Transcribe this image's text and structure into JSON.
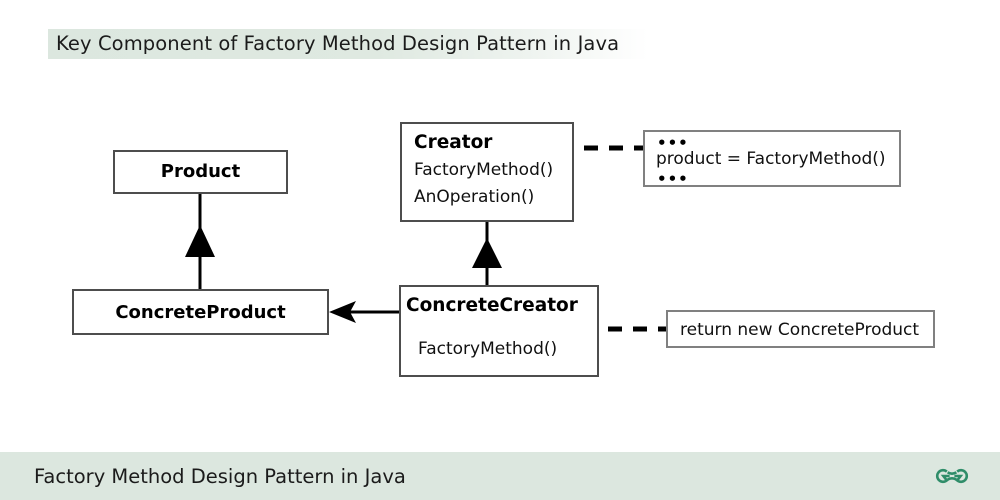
{
  "page": {
    "title": "Key Component of Factory Method Design Pattern in Java",
    "background_color": "#ffffff",
    "highlight_color": "#dce7df"
  },
  "diagram": {
    "type": "uml-class-diagram",
    "classes": [
      {
        "id": "product",
        "name": "Product",
        "members": []
      },
      {
        "id": "concrete-product",
        "name": "ConcreteProduct",
        "members": []
      },
      {
        "id": "creator",
        "name": "Creator",
        "members": [
          "FactoryMethod()",
          "AnOperation()"
        ]
      },
      {
        "id": "concrete-creator",
        "name": "ConcreteCreator",
        "members": [
          "FactoryMethod()"
        ]
      }
    ],
    "notes": [
      {
        "id": "creator-note",
        "dots_top": "•••",
        "text": "product = FactoryMethod()",
        "dots_bottom": "•••"
      },
      {
        "id": "concrete-creator-note",
        "text": "return new ConcreteProduct"
      }
    ],
    "relations": [
      {
        "id": "inheritance-product",
        "from": "ConcreteProduct",
        "to": "Product",
        "kind": "generalization"
      },
      {
        "id": "inheritance-creator",
        "from": "ConcreteCreator",
        "to": "Creator",
        "kind": "generalization"
      },
      {
        "id": "association-creates",
        "from": "ConcreteCreator",
        "to": "ConcreteProduct",
        "kind": "association"
      },
      {
        "id": "note-link-creator",
        "from": "Creator",
        "to": "creator-note",
        "kind": "note-anchor"
      },
      {
        "id": "note-link-concrete-creator",
        "from": "ConcreteCreator",
        "to": "concrete-creator-note",
        "kind": "note-anchor"
      }
    ],
    "line_color": "#000000",
    "box_border_color": "#4d4d4d",
    "note_border_color": "#808080"
  },
  "footer": {
    "text": "Factory Method Design Pattern in Java",
    "background_color": "#dce7df",
    "logo_color": "#2f8d69",
    "logo_name": "geeksforgeeks-logo"
  }
}
